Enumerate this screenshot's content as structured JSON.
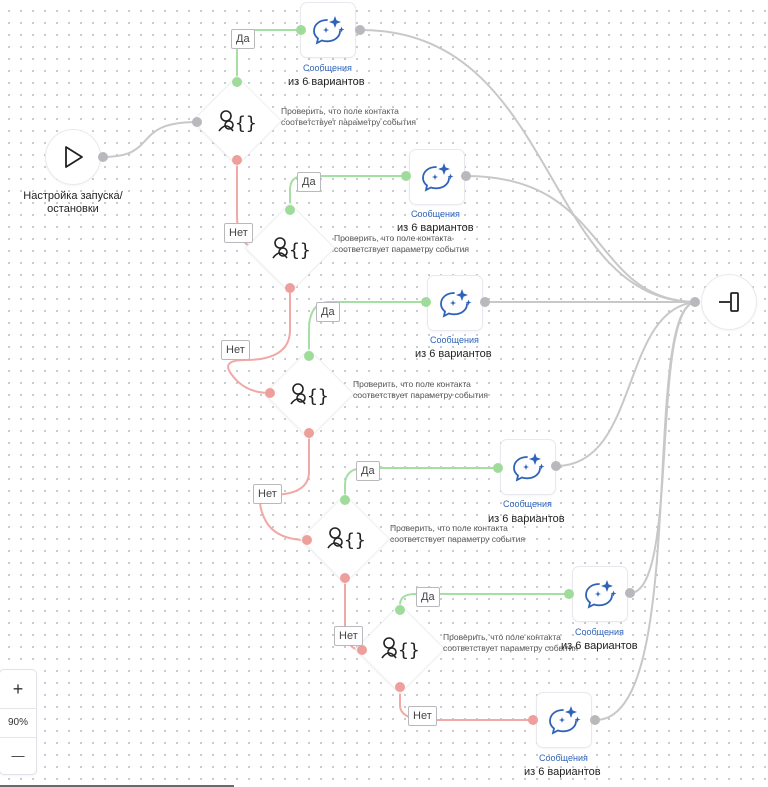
{
  "start_node": {
    "label": "Настройка запуска/остановки",
    "icon": "play-icon"
  },
  "conditions": [
    {
      "description": "Проверить, что поле контакта соответствует параметру события",
      "icon": "contact-condition-icon"
    },
    {
      "description": "Проверить, что поле контакта соответствует параметру события",
      "icon": "contact-condition-icon"
    },
    {
      "description": "Проверить, что поле контакта соответствует параметру события",
      "icon": "contact-condition-icon"
    },
    {
      "description": "Проверить, что поле контакта соответствует параметру события",
      "icon": "contact-condition-icon"
    },
    {
      "description": "Проверить, что поле контакта соответствует параметру события",
      "icon": "contact-condition-icon"
    }
  ],
  "messages": [
    {
      "title": "Сообщения",
      "subtitle": "из 6 вариантов",
      "icon": "ai-message-icon"
    },
    {
      "title": "Сообщения",
      "subtitle": "из 6 вариантов",
      "icon": "ai-message-icon"
    },
    {
      "title": "Сообщения",
      "subtitle": "из 6 вариантов",
      "icon": "ai-message-icon"
    },
    {
      "title": "Сообщения",
      "subtitle": "из 6 вариантов",
      "icon": "ai-message-icon"
    },
    {
      "title": "Сообщения",
      "subtitle": "из 6 вариантов",
      "icon": "ai-message-icon"
    },
    {
      "title": "Сообщения",
      "subtitle": "из 6 вариантов",
      "icon": "ai-message-icon"
    }
  ],
  "edge_labels": {
    "yes": "Да",
    "no": "Нет"
  },
  "end_node": {
    "icon": "exit-icon"
  },
  "zoom": {
    "plus": "+",
    "level": "90%",
    "minus": "—"
  },
  "colors": {
    "yes_edge": "#9fdc9c",
    "no_edge": "#ee9f9b",
    "neutral_edge": "#c4c4c4",
    "brand_blue": "#2f63b9"
  }
}
